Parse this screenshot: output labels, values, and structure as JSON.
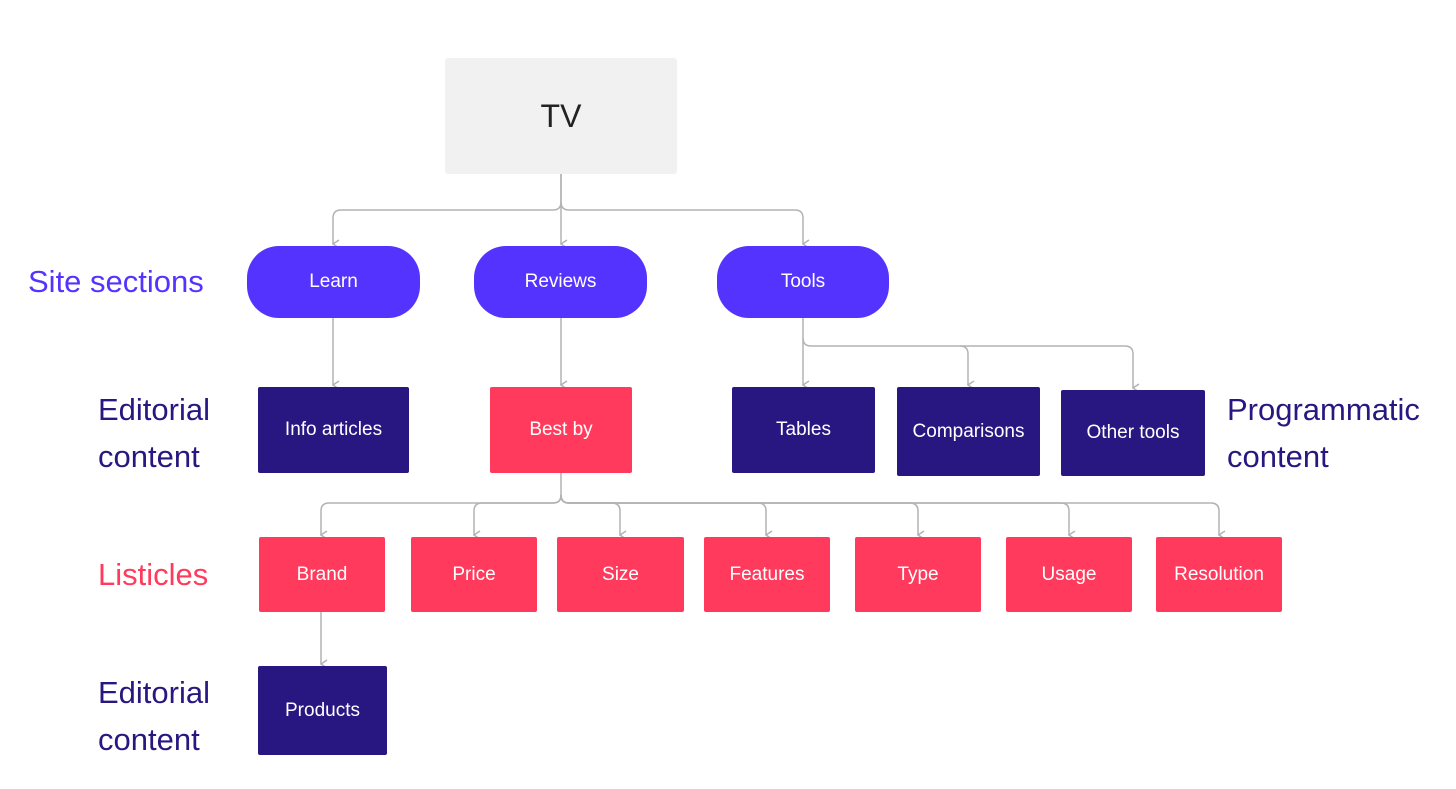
{
  "root": {
    "label": "TV"
  },
  "labels": {
    "site_sections": "Site sections",
    "editorial_1": [
      "Editorial",
      "content"
    ],
    "programmatic": [
      "Programmatic",
      "content"
    ],
    "listicles": "Listicles",
    "editorial_2": [
      "Editorial",
      "content"
    ]
  },
  "sections": {
    "learn": "Learn",
    "reviews": "Reviews",
    "tools": "Tools"
  },
  "content": {
    "info_articles": "Info articles",
    "best_by": "Best by",
    "tables": "Tables",
    "comparisons": "Comparisons",
    "other_tools": "Other tools"
  },
  "listicles": {
    "brand": "Brand",
    "price": "Price",
    "size": "Size",
    "features": "Features",
    "type": "Type",
    "usage": "Usage",
    "resolution": "Resolution"
  },
  "products": "Products",
  "colors": {
    "section": "#5533ff",
    "editorial": "#281780",
    "listicle": "#ff3a5c",
    "root": "#f1f1f1",
    "connector": "#b3b3b3"
  }
}
